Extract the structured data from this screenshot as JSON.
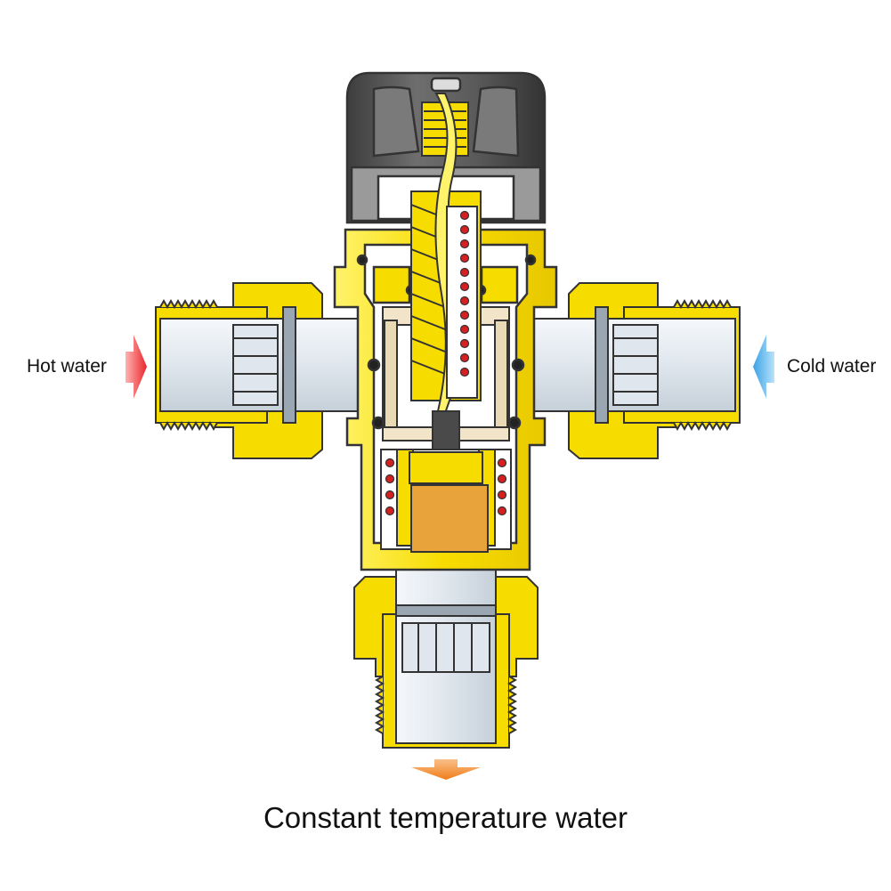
{
  "labels": {
    "hot_inlet": "Hot water",
    "cold_inlet": "Cold water",
    "outlet": "Constant temperature water"
  },
  "colors": {
    "brass": "#f7dc00",
    "brass_light": "#fff36b",
    "brass_shadow": "#d8b800",
    "outline": "#333333",
    "cap": "#5a5a5a",
    "cap_light": "#8a8a8a",
    "pipe_steel": "#e3e9ef",
    "pipe_steel_dark": "#b7c2cc",
    "hot_arrow": "#e8262a",
    "cold_arrow": "#3aa3e3",
    "outlet_arrow": "#f07d1a",
    "piston": "#e8a43a",
    "spring_dot": "#d42020"
  },
  "icons": {
    "hot_arrow": "arrow-right-icon",
    "cold_arrow": "arrow-left-icon",
    "outlet_arrow": "arrow-down-icon"
  }
}
